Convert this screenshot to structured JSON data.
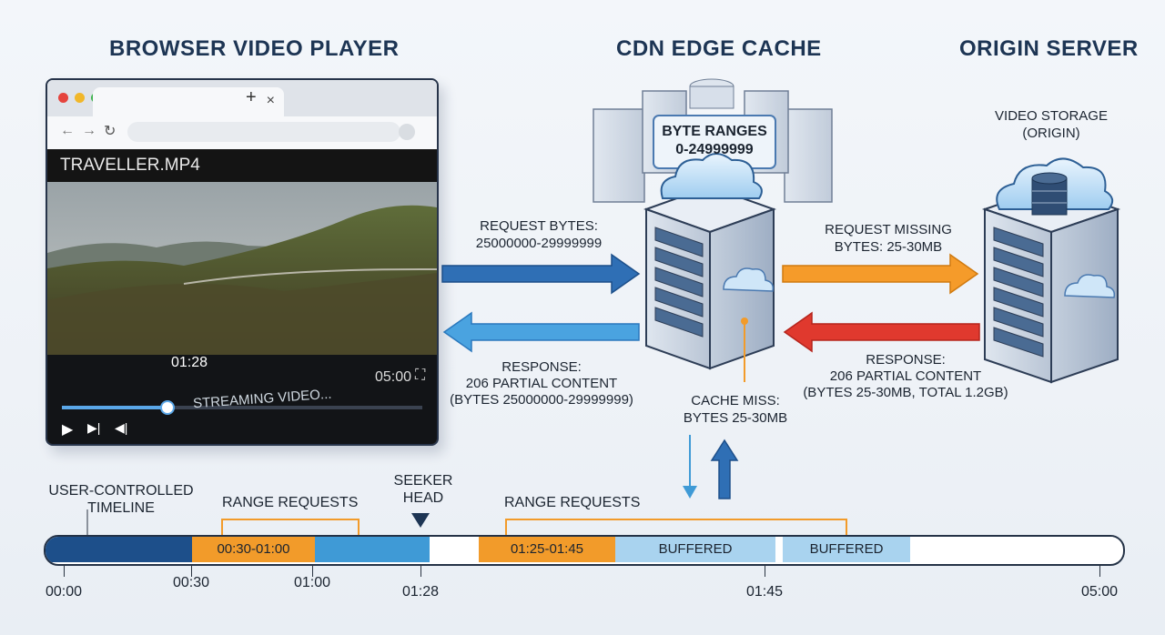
{
  "titles": {
    "player": "BROWSER VIDEO PLAYER",
    "cdn": "CDN EDGE CACHE",
    "origin": "ORIGIN SERVER"
  },
  "browser": {
    "new_tab": "+",
    "close_tab": "×"
  },
  "player": {
    "file_name": "TRAVELLER.MP4",
    "current_time": "01:28",
    "duration": "05:00",
    "status": "STREAMING VIDEO...",
    "progress_fraction": 0.29
  },
  "cdn": {
    "byte_ranges_label": "BYTE RANGES",
    "byte_ranges_value": "0-24999999",
    "cache_miss_line1": "CACHE MISS:",
    "cache_miss_line2": "BYTES 25-30MB"
  },
  "origin": {
    "storage_line1": "VIDEO STORAGE",
    "storage_line2": "(ORIGIN)"
  },
  "arrows": {
    "request_line1": "REQUEST BYTES:",
    "request_line2": "25000000-29999999",
    "response_line1": "RESPONSE:",
    "response_line2": "206 PARTIAL CONTENT",
    "response_line3": "(BYTES 25000000-29999999)",
    "missing_line1": "REQUEST MISSING",
    "missing_line2": "BYTES: 25-30MB",
    "origin_resp_line1": "RESPONSE:",
    "origin_resp_line2": "206 PARTIAL CONTENT",
    "origin_resp_line3": "(BYTES 25-30MB, TOTAL 1.2GB)"
  },
  "timeline": {
    "user_label_line1": "USER-CONTROLLED",
    "user_label_line2": "TIMELINE",
    "range_requests_1": "RANGE REQUESTS",
    "range_requests_2": "RANGE REQUESTS",
    "seeker_line1": "SEEKER",
    "seeker_line2": "HEAD",
    "segments": [
      {
        "label": "",
        "kind": "played"
      },
      {
        "label": "00:30-01:00",
        "kind": "range"
      },
      {
        "label": "",
        "kind": "loaded"
      },
      {
        "label": "",
        "kind": "empty"
      },
      {
        "label": "01:25-01:45",
        "kind": "range"
      },
      {
        "label": "BUFFERED",
        "kind": "buffered"
      },
      {
        "label": "BUFFERED",
        "kind": "buffered"
      },
      {
        "label": "",
        "kind": "empty"
      }
    ],
    "ticks": [
      "00:00",
      "00:30",
      "01:00",
      "01:28",
      "01:45",
      "05:00"
    ]
  },
  "colors": {
    "navy": "#1d4f8a",
    "blue": "#3f9ad6",
    "orange": "#f29b2a",
    "red": "#d9312b",
    "light_blue": "#a9d3ef"
  }
}
